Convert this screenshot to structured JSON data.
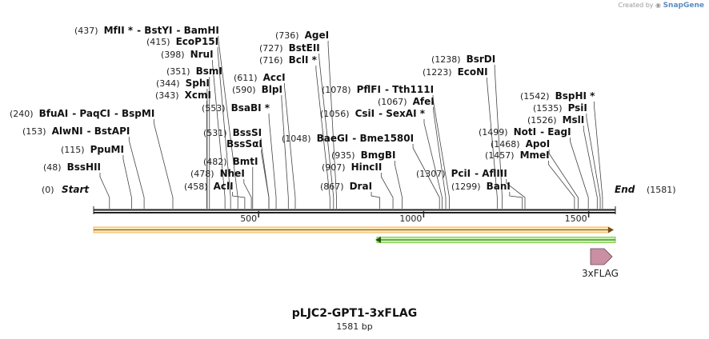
{
  "credit": {
    "prefix": "Created by",
    "brand": "SnapGene"
  },
  "map": {
    "title": "pLJC2-GPT1-3xFLAG",
    "length_label": "1581 bp",
    "length": 1581,
    "start": {
      "pos": "(0)",
      "label": "Start"
    },
    "end": {
      "pos": "(1581)",
      "label": "End"
    },
    "ticks": [
      {
        "value": 500,
        "label": "500"
      },
      {
        "value": 1000,
        "label": "1000"
      },
      {
        "value": 1500,
        "label": "1500"
      }
    ],
    "feature": {
      "label": "3xFLAG"
    },
    "colors": {
      "orange_arrow": "#f5d08a",
      "green_arrow": "#9be07a",
      "flag_feature": "#c98fa3",
      "backbone": "#222222"
    }
  },
  "sites": [
    {
      "text": [
        "(437)",
        "MfII *",
        "- BstYI",
        "- BamHI"
      ],
      "cuts": [
        437
      ]
    },
    {
      "text": [
        "(415)",
        "EcoP15I"
      ],
      "cuts": [
        415
      ]
    },
    {
      "text": [
        "(398)",
        "NruI"
      ],
      "cuts": [
        398
      ]
    },
    {
      "text": [
        "(351)",
        "BsmI"
      ],
      "cuts": [
        351
      ]
    },
    {
      "text": [
        "(344)",
        "SphI"
      ],
      "cuts": [
        344
      ]
    },
    {
      "text": [
        "(343)",
        "XcmI"
      ],
      "cuts": [
        343
      ]
    },
    {
      "text": [
        "(240)",
        "BfuAI",
        "- PaqCI",
        "- BspMI"
      ],
      "cuts": [
        240
      ]
    },
    {
      "text": [
        "(153)",
        "AlwNI",
        "- BstAPI"
      ],
      "cuts": [
        153
      ]
    },
    {
      "text": [
        "(115)",
        "PpuMI"
      ],
      "cuts": [
        115
      ]
    },
    {
      "text": [
        "(48)",
        "BssHII"
      ],
      "cuts": [
        48
      ]
    },
    {
      "text": [
        "(553)",
        "BsaBI *"
      ],
      "cuts": [
        553
      ]
    },
    {
      "text": [
        "(531)",
        "BssSI"
      ],
      "cuts": [
        531
      ]
    },
    {
      "text": [
        "",
        "BssSαI"
      ],
      "cuts": [
        531
      ]
    },
    {
      "text": [
        "(482)",
        "BmtI"
      ],
      "cuts": [
        482
      ]
    },
    {
      "text": [
        "(478)",
        "NheI"
      ],
      "cuts": [
        478
      ]
    },
    {
      "text": [
        "(458)",
        "AclI"
      ],
      "cuts": [
        458
      ]
    },
    {
      "text": [
        "(736)",
        "AgeI"
      ],
      "cuts": [
        736
      ]
    },
    {
      "text": [
        "(727)",
        "BstEII"
      ],
      "cuts": [
        727
      ]
    },
    {
      "text": [
        "(716)",
        "BclI *"
      ],
      "cuts": [
        716
      ]
    },
    {
      "text": [
        "(611)",
        "AccI"
      ],
      "cuts": [
        611
      ]
    },
    {
      "text": [
        "(590)",
        "BlpI"
      ],
      "cuts": [
        590
      ]
    },
    {
      "text": [
        "(1048)",
        "BaeGI",
        "- Bme1580I"
      ],
      "cuts": [
        1048
      ]
    },
    {
      "text": [
        "(935)",
        "BmgBI"
      ],
      "cuts": [
        935
      ]
    },
    {
      "text": [
        "(907)",
        "HincII"
      ],
      "cuts": [
        907
      ]
    },
    {
      "text": [
        "(867)",
        "DraI"
      ],
      "cuts": [
        867
      ]
    },
    {
      "text": [
        "(1078)",
        "PflFI",
        "- Tth111I"
      ],
      "cuts": [
        1078
      ]
    },
    {
      "text": [
        "(1067)",
        "AfeI"
      ],
      "cuts": [
        1067
      ]
    },
    {
      "text": [
        "(1056)",
        "CsiI",
        "- SexAI *"
      ],
      "cuts": [
        1056
      ]
    },
    {
      "text": [
        "(1238)",
        "BsrDI"
      ],
      "cuts": [
        1238
      ]
    },
    {
      "text": [
        "(1223)",
        "EcoNI"
      ],
      "cuts": [
        1223
      ]
    },
    {
      "text": [
        "(1307)",
        "PciI",
        "- AflIII"
      ],
      "cuts": [
        1307
      ]
    },
    {
      "text": [
        "(1299)",
        "BanI"
      ],
      "cuts": [
        1299
      ]
    },
    {
      "text": [
        "(1542)",
        "BspHI *"
      ],
      "cuts": [
        1542
      ]
    },
    {
      "text": [
        "(1535)",
        "PsiI"
      ],
      "cuts": [
        1535
      ]
    },
    {
      "text": [
        "(1526)",
        "MslI"
      ],
      "cuts": [
        1526
      ]
    },
    {
      "text": [
        "(1499)",
        "NotI",
        "- EagI"
      ],
      "cuts": [
        1499
      ]
    },
    {
      "text": [
        "(1468)",
        "ApoI"
      ],
      "cuts": [
        1468
      ]
    },
    {
      "text": [
        "(1457)",
        "MmeI"
      ],
      "cuts": [
        1457
      ]
    }
  ]
}
